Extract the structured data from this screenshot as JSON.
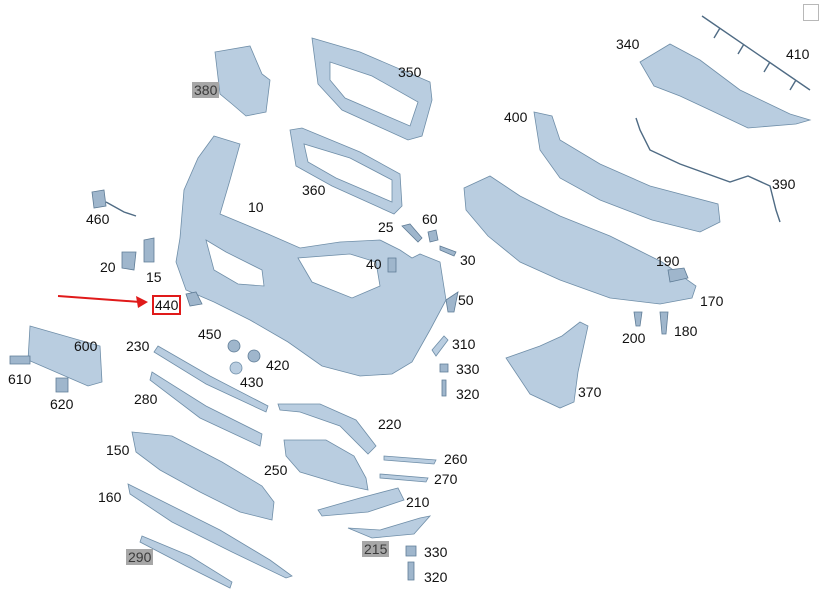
{
  "colors": {
    "part_fill": "#b9cde0",
    "part_edge": "#6f8ea8",
    "highlight_arrow": "#e01a1a",
    "grey_label_bg": "#a7a7a7"
  },
  "highlighted_label": "440",
  "labels": {
    "p10": "10",
    "p15": "15",
    "p20": "20",
    "p25": "25",
    "p30": "30",
    "p40": "40",
    "p50": "50",
    "p60": "60",
    "p150": "150",
    "p160": "160",
    "p170": "170",
    "p180": "180",
    "p190": "190",
    "p200": "200",
    "p210": "210",
    "p215": "215",
    "p220": "220",
    "p230": "230",
    "p250": "250",
    "p260": "260",
    "p270": "270",
    "p280": "280",
    "p290": "290",
    "p310": "310",
    "p320a": "320",
    "p320b": "320",
    "p330a": "330",
    "p330b": "330",
    "p340": "340",
    "p350": "350",
    "p360": "360",
    "p370": "370",
    "p380": "380",
    "p390": "390",
    "p400": "400",
    "p410": "410",
    "p420": "420",
    "p430": "430",
    "p440": "440",
    "p450": "450",
    "p460": "460",
    "p600": "600",
    "p610": "610",
    "p620": "620"
  }
}
